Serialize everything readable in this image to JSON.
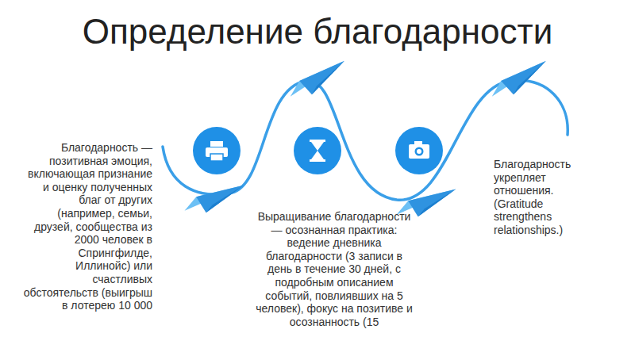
{
  "diagram": {
    "title": "Определение благодарности",
    "labels": [
      "Благодарность — позитивная эмоция, включающая признание и оценку полученных благ от других (например, семьи, друзей, сообщества из 2000 человек в Спрингфилде, Иллинойс) или счастливых обстоятельств (выигрыш в лотерею 10 000",
      "Выращивание благодарности — осознанная практика: ведение дневника благодарности (3 записи в день в течение 30 дней, с подробным описанием событий, повлиявших на 5 человек), фокус на позитиве и осознанность (15",
      "Благодарность укрепляет отношения. (Gratitude strengthens relationships.)"
    ]
  }
}
